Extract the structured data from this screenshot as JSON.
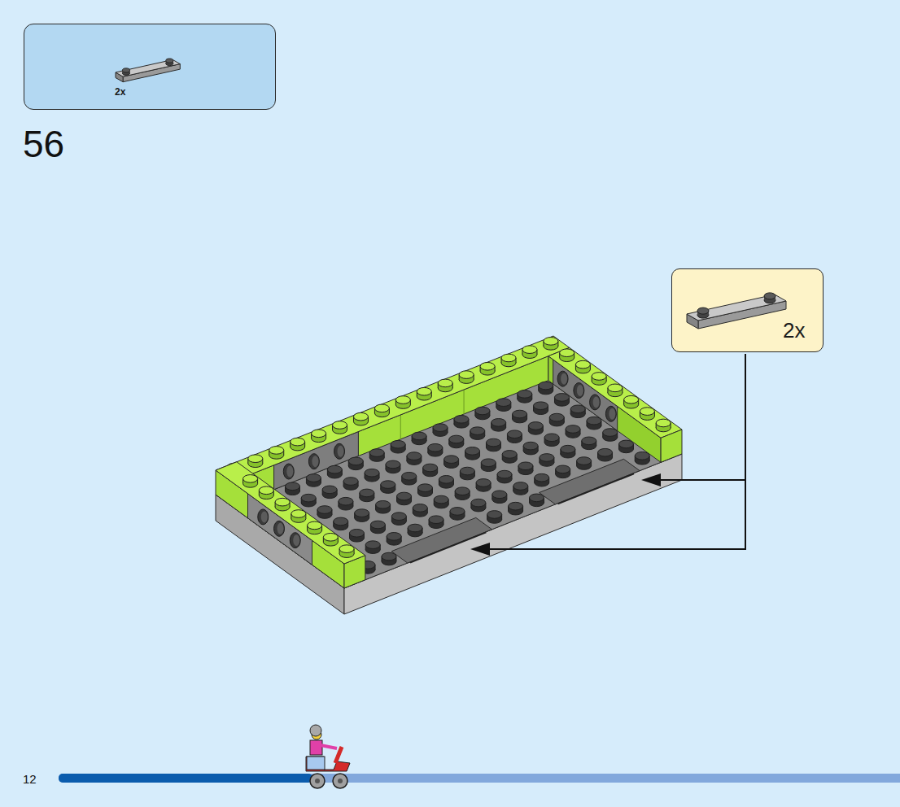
{
  "diagram": {
    "nodes": [
      {
        "text": [
          "2x"
        ]
      },
      {
        "text": [
          "2x"
        ]
      }
    ],
    "labels": [
      "56",
      "12"
    ]
  }
}
